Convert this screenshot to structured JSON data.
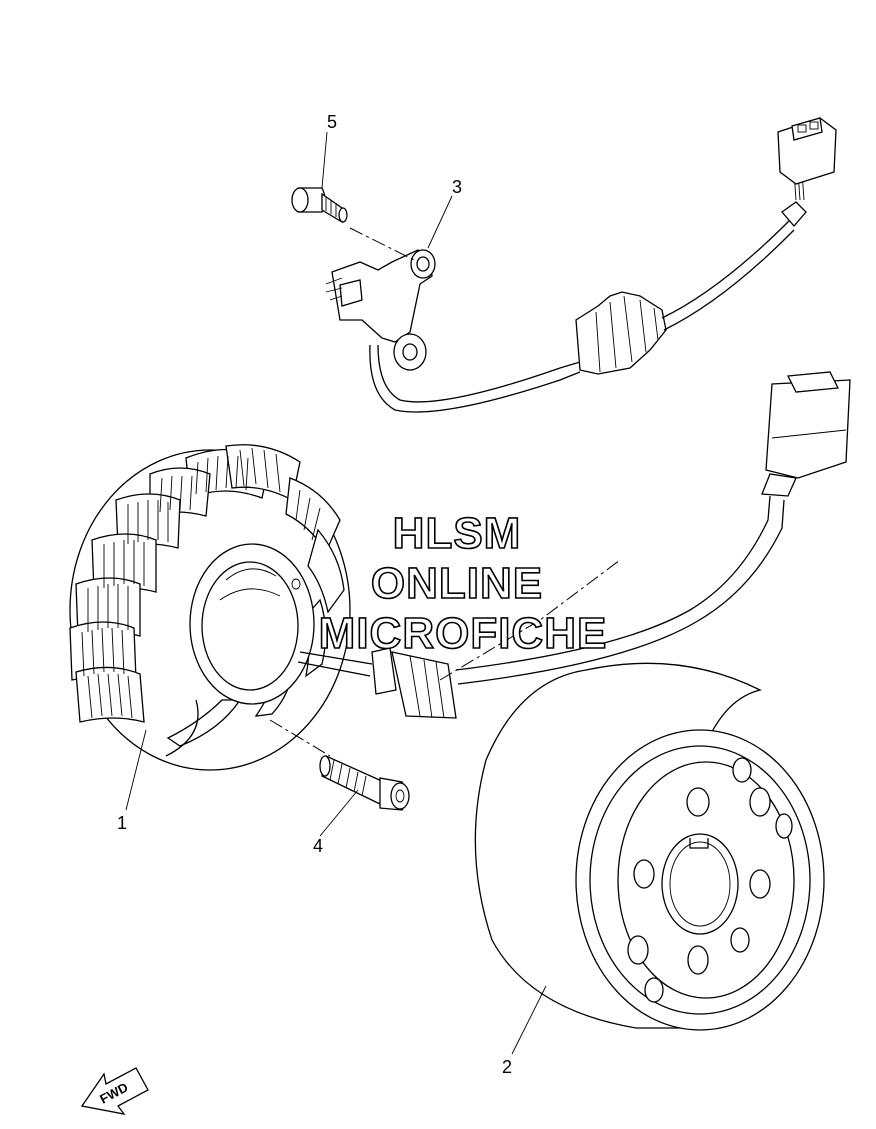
{
  "callouts": {
    "c1": "1",
    "c2": "2",
    "c3": "3",
    "c4": "4",
    "c5": "5"
  },
  "watermark": {
    "line1": "HLSM",
    "line2": "ONLINE",
    "line3": "MICROFICHE"
  },
  "fwd_arrow": {
    "label": "FWD",
    "icon": "fwd-arrow-icon"
  }
}
